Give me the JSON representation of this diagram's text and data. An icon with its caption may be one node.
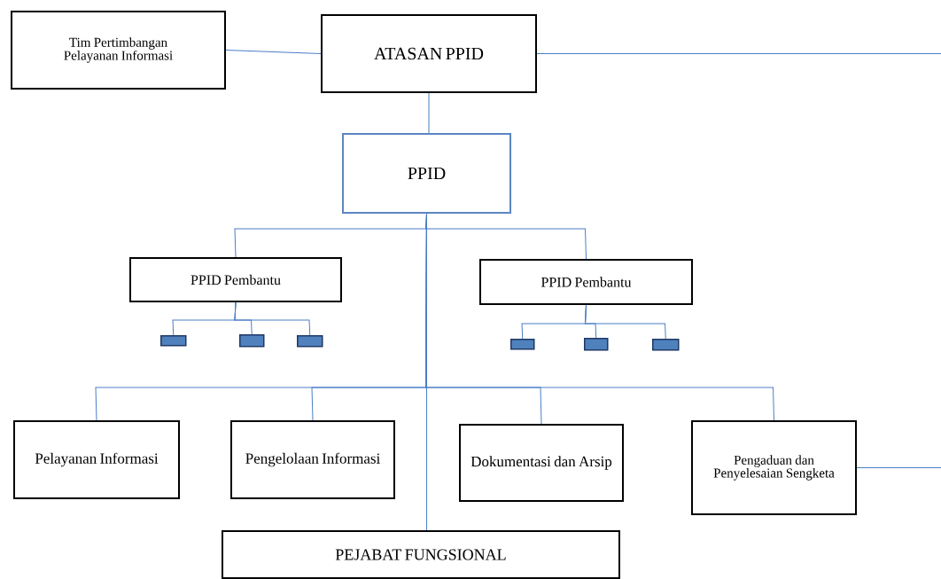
{
  "diagram": {
    "nodes": [
      {
        "text": [
          "Tim Pertimbangan Pelayanan Informasi"
        ]
      },
      {
        "text": [
          "ATASAN PPID"
        ]
      },
      {
        "text": [
          "PPID"
        ]
      },
      {
        "text": [
          "PPID Pembantu"
        ]
      },
      {
        "text": [
          "PPID Pembantu"
        ]
      },
      {
        "text": [],
        "shape": "box"
      },
      {
        "text": [],
        "shape": "box"
      },
      {
        "text": [],
        "shape": "box"
      },
      {
        "text": [],
        "shape": "box"
      },
      {
        "text": [],
        "shape": "box"
      },
      {
        "text": [],
        "shape": "box"
      },
      {
        "text": [
          "Pelayanan Informasi"
        ]
      },
      {
        "text": [
          "Pengelolaan Informasi"
        ]
      },
      {
        "text": [
          "Dokumentasi dan Arsip"
        ]
      },
      {
        "text": [
          "Pengaduan dan Penyelesaian Sengketa"
        ]
      },
      {
        "text": [
          "PEJABAT FUNGSIONAL"
        ]
      }
    ],
    "edges": [
      {
        "from": 0,
        "to": 1,
        "arrow": "none"
      },
      {
        "from": 1,
        "to": null,
        "arrow": "none"
      },
      {
        "from": 1,
        "to": 2,
        "arrow": "none"
      },
      {
        "from": 2,
        "to": 3,
        "arrow": "none"
      },
      {
        "from": 2,
        "to": 4,
        "arrow": "none"
      },
      {
        "from": 3,
        "to": 5,
        "arrow": "none"
      },
      {
        "from": 3,
        "to": 6,
        "arrow": "none"
      },
      {
        "from": 3,
        "to": 7,
        "arrow": "none"
      },
      {
        "from": 4,
        "to": 8,
        "arrow": "none"
      },
      {
        "from": 4,
        "to": 9,
        "arrow": "none"
      },
      {
        "from": 4,
        "to": 10,
        "arrow": "none"
      },
      {
        "from": 2,
        "to": 11,
        "arrow": "none"
      },
      {
        "from": 2,
        "to": 12,
        "arrow": "none"
      },
      {
        "from": 2,
        "to": 13,
        "arrow": "none"
      },
      {
        "from": 2,
        "to": 14,
        "arrow": "none"
      },
      {
        "from": 2,
        "to": 15,
        "arrow": "none"
      },
      {
        "from": 14,
        "to": null,
        "arrow": "none"
      }
    ]
  }
}
